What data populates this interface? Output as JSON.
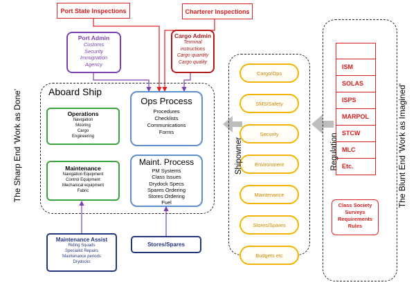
{
  "inspections": {
    "port_state": "Port State Inspections",
    "charterer": "Charterer Inspections"
  },
  "port_admin": {
    "title": "Port Admin",
    "items": [
      "Customs",
      "Security",
      "Immigration",
      "Agency"
    ]
  },
  "cargo_admin": {
    "title": "Cargo Admin",
    "items": [
      "Terminal",
      "instructions",
      "Cargo quantity",
      "Cargo quality"
    ]
  },
  "aboard_ship": {
    "title": "Aboard Ship"
  },
  "operations": {
    "title": "Operations",
    "items": [
      "Navigation",
      "Mooring",
      "Cargo",
      "Engineering"
    ]
  },
  "maintenance": {
    "title": "Maintenance",
    "items": [
      "Navigation Equipment",
      "Control  Equipment",
      "Mechanical equipment",
      "Fabric"
    ]
  },
  "ops_process": {
    "title": "Ops Process",
    "items": [
      "Procedures",
      "Checklists",
      "Communications",
      "Forms"
    ]
  },
  "maint_process": {
    "title": "Maint. Process",
    "items": [
      "PM Systems",
      "Class Issues",
      "Drydock Specs",
      "Spares Ordering",
      "Stores Ordering",
      "Fuel"
    ]
  },
  "maintenance_assist": {
    "title": "Maintenance Assist",
    "items": [
      "Riding Squads",
      "Specialist Repairs",
      "Maintenance periods",
      "Drydocks"
    ]
  },
  "stores_spares_box": "Stores/Spares",
  "shipowner": {
    "label": "Shipowner",
    "items": [
      "Cargo/Ops",
      "SMS/Safety",
      "Security",
      "Environment",
      "Maintenance",
      "Stores/Spares",
      "Budgets etc"
    ]
  },
  "regulation": {
    "label": "Regulation",
    "items": [
      "ISM",
      "SOLAS",
      "ISPS",
      "MARPOL",
      "STCW",
      "MLC",
      "Etc."
    ]
  },
  "class_society": {
    "lines": [
      "Class Society",
      "Surveys",
      "Requirements",
      "Rules"
    ]
  },
  "side_labels": {
    "left": "The Sharp End  'Work as Done'",
    "right": "The Blunt End  'Work as Imagined'"
  },
  "colors": {
    "red": "#e02020",
    "purple": "#7a3fb0",
    "dark_red": "#b01818",
    "green": "#3aa23a",
    "blue": "#5b8fd0",
    "navy": "#24347c",
    "gold": "#f2b400"
  }
}
